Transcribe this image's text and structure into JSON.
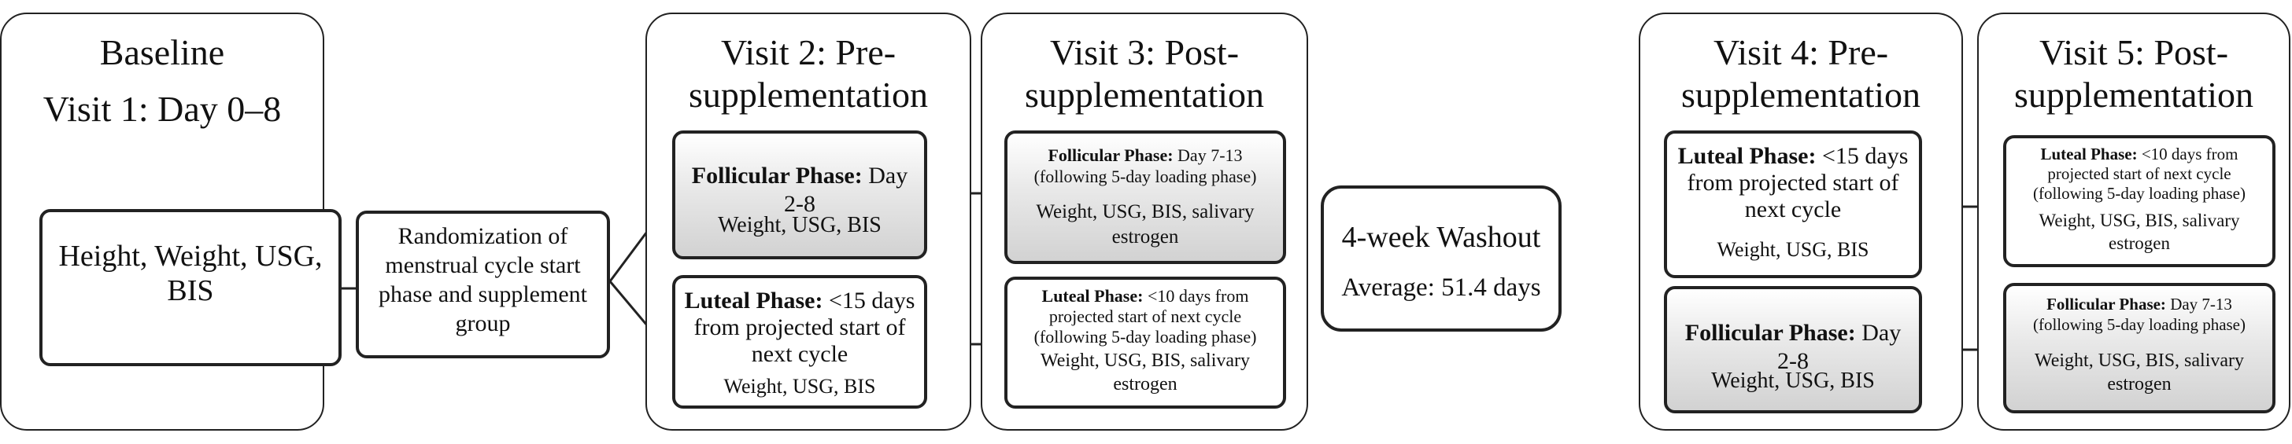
{
  "baseline": {
    "title_line1": "Baseline",
    "title_line2": "Visit 1: Day 0–8",
    "measures": "Height, Weight, USG, BIS"
  },
  "randomization": {
    "text": "Randomization of menstrual cycle start phase and supplement group"
  },
  "visit2": {
    "title": "Visit 2: Pre-supplementation",
    "box1": {
      "label": "Follicular Phase:",
      "timing": "Day 2-8",
      "measures": "Weight, USG, BIS"
    },
    "box2": {
      "label": "Luteal Phase:",
      "timing": "<15 days from projected start of next cycle",
      "measures": "Weight, USG, BIS"
    }
  },
  "visit3": {
    "title": "Visit 3: Post-supplementation",
    "box1": {
      "label": "Follicular Phase:",
      "timing": "Day 7-13 (following 5-day loading phase)",
      "measures": "Weight, USG, BIS, salivary estrogen"
    },
    "box2": {
      "label": "Luteal Phase:",
      "timing": "<10 days from projected start of next cycle (following 5-day loading phase)",
      "measures": "Weight, USG, BIS, salivary estrogen"
    }
  },
  "washout": {
    "title": "4-week Washout",
    "average": "Average: 51.4 days"
  },
  "visit4": {
    "title": "Visit 4: Pre-supplementation",
    "box1": {
      "label": "Luteal Phase:",
      "timing": "<15 days from projected start of next cycle",
      "measures": "Weight, USG, BIS"
    },
    "box2": {
      "label": "Follicular Phase:",
      "timing": "Day 2-8",
      "measures": "Weight, USG, BIS"
    }
  },
  "visit5": {
    "title": "Visit 5: Post-supplementation",
    "box1": {
      "label": "Luteal Phase:",
      "timing": "<10 days from projected start of next cycle (following 5-day loading phase)",
      "measures": "Weight, USG, BIS, salivary estrogen"
    },
    "box2": {
      "label": "Follicular Phase:",
      "timing": "Day 7-13 (following 5-day loading phase)",
      "measures": "Weight, USG, BIS, salivary estrogen"
    }
  }
}
